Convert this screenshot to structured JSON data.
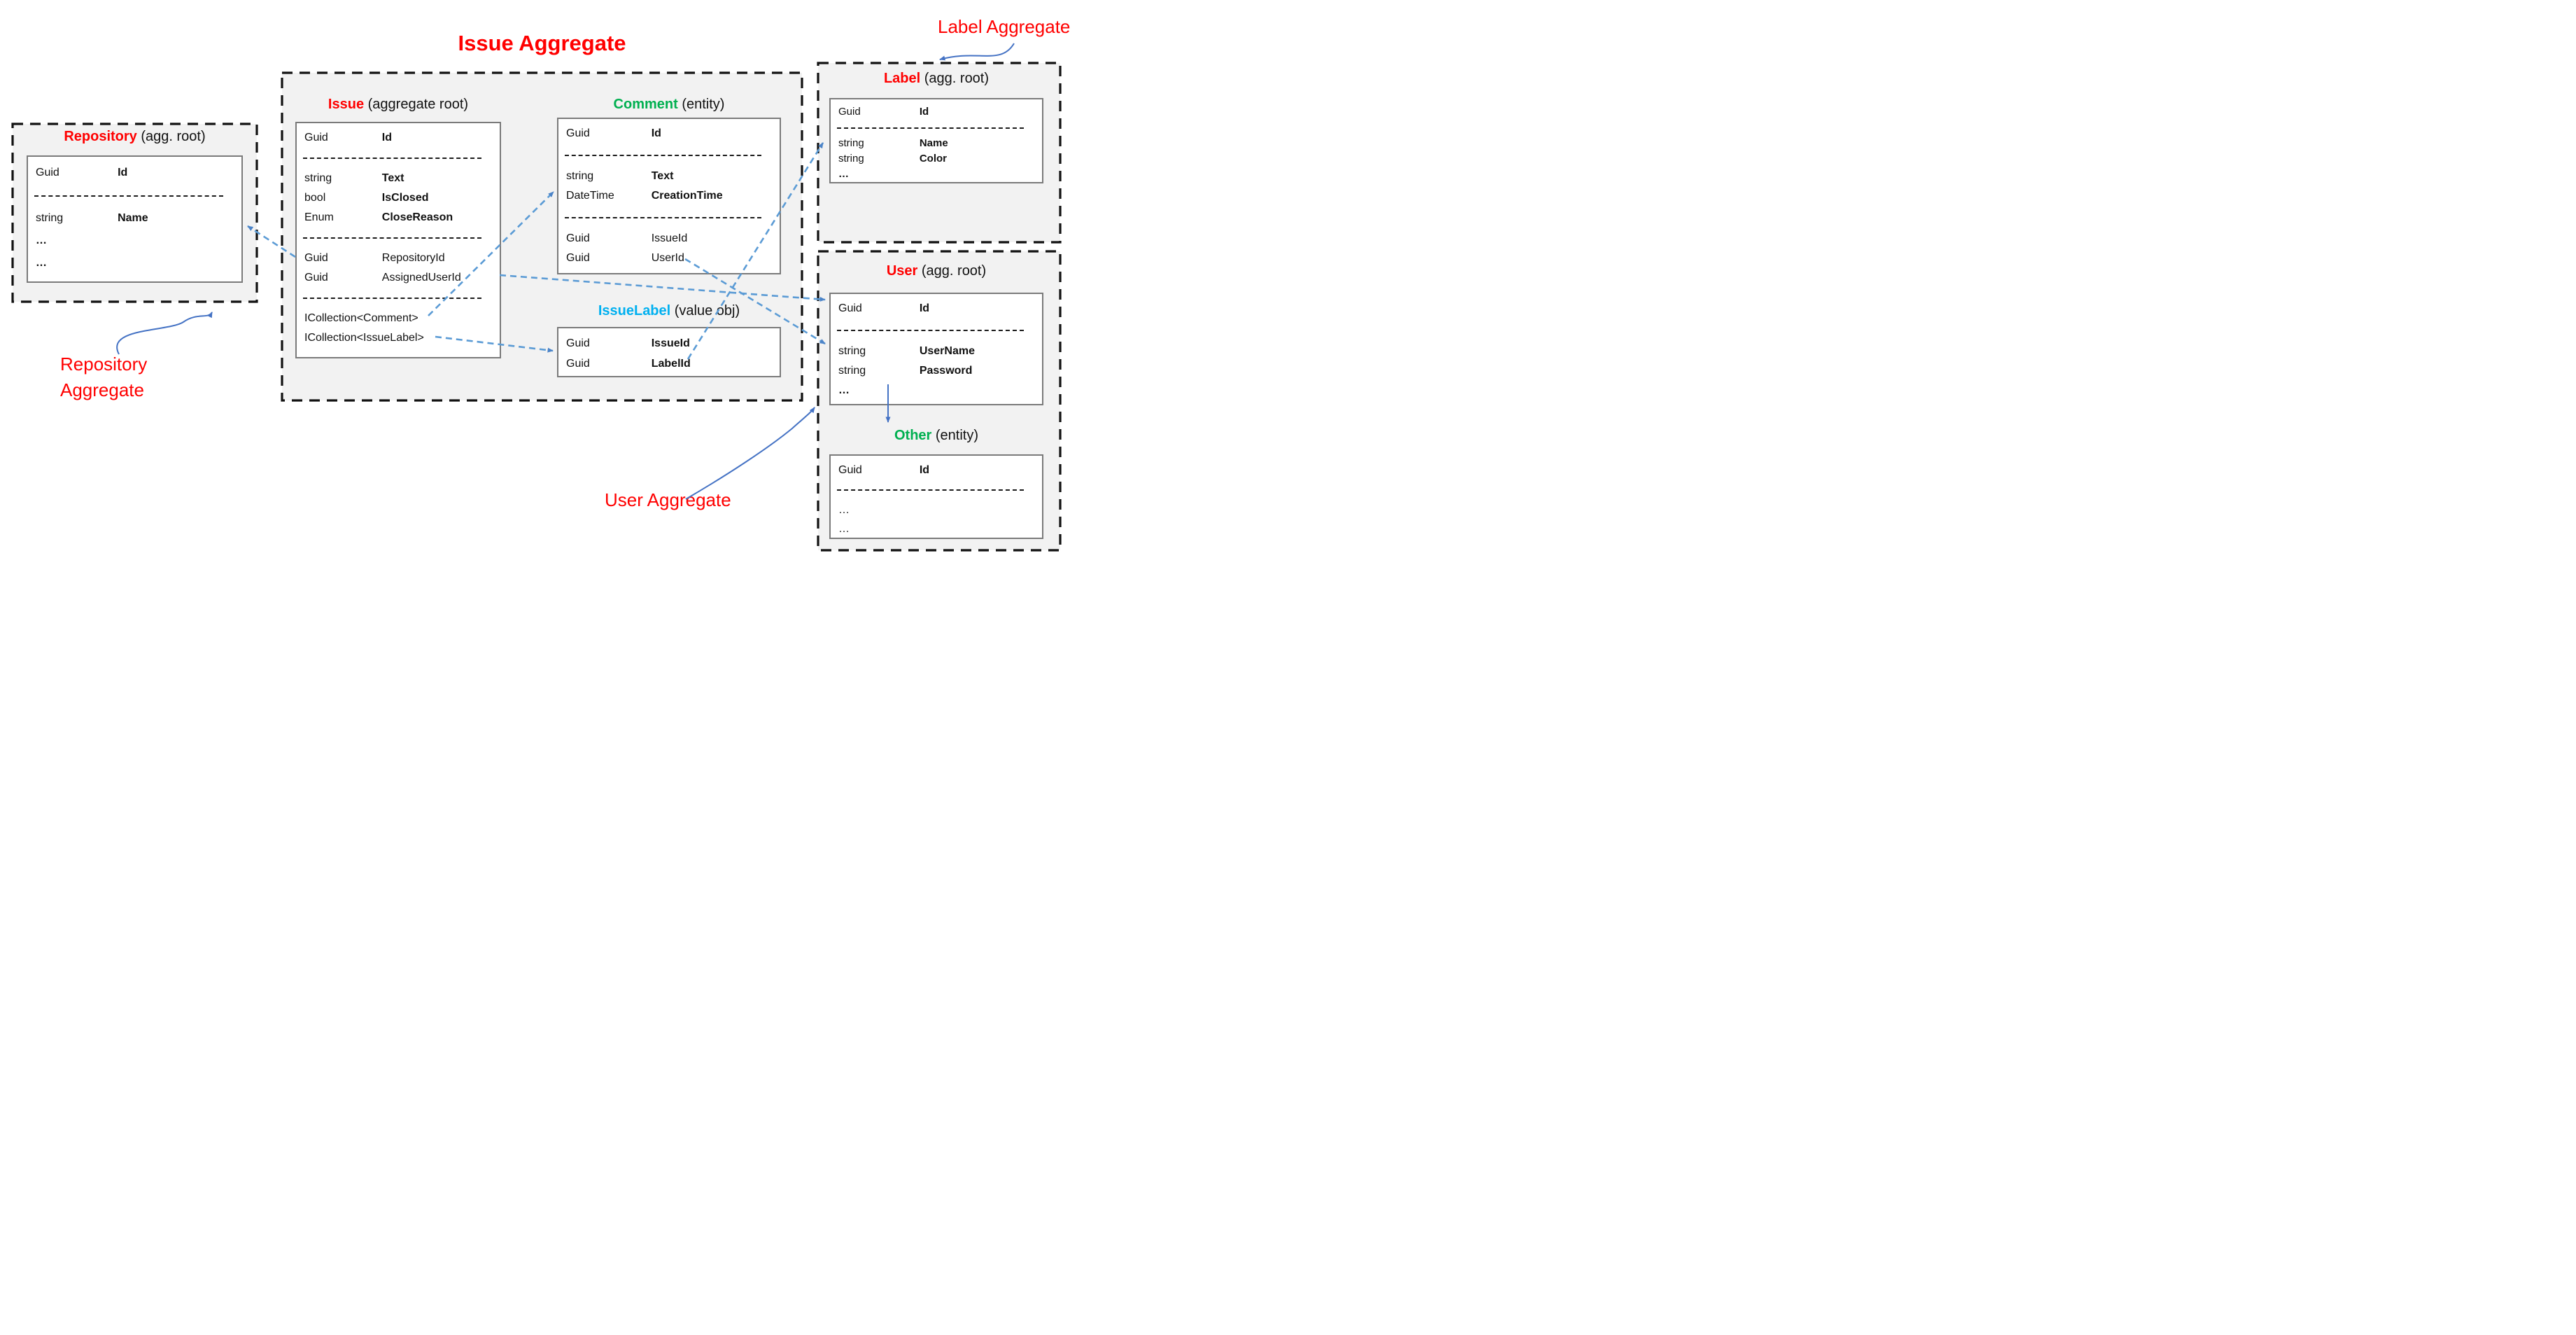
{
  "title": "Issue Aggregate",
  "colors": {
    "red": "#FF0000",
    "green": "#00B050",
    "cyan": "#00B0F0",
    "arrow_dashed": "#5B9BD5",
    "arrow_solid": "#4472C4",
    "box_fill": "#F2F2F2",
    "box_border": "#111111",
    "table_border": "#7A7A7A"
  },
  "annotations": {
    "repository_aggregate": "Repository\nAggregate",
    "label_aggregate": "Label Aggregate",
    "user_aggregate": "User Aggregate"
  },
  "entities": {
    "issue": {
      "name": "Issue",
      "qualifier": "(aggregate root)",
      "name_color": "#FF0000",
      "rows": [
        {
          "type": "Guid",
          "field": "Id",
          "bold": true
        },
        {
          "divider": true
        },
        {
          "type": "string",
          "field": "Text",
          "bold": true
        },
        {
          "type": "bool",
          "field": "IsClosed",
          "bold": true
        },
        {
          "type": "Enum",
          "field": "CloseReason",
          "bold": true
        },
        {
          "divider": true
        },
        {
          "type": "Guid",
          "field": "RepositoryId",
          "bold": false
        },
        {
          "type": "Guid",
          "field": "AssignedUserId",
          "bold": false
        },
        {
          "divider": true
        },
        {
          "type": "ICollection<Comment>",
          "field": "",
          "bold": false
        },
        {
          "type": "ICollection<IssueLabel>",
          "field": "",
          "bold": false
        }
      ]
    },
    "comment": {
      "name": "Comment",
      "qualifier": "(entity)",
      "name_color": "#00B050",
      "rows": [
        {
          "type": "Guid",
          "field": "Id",
          "bold": true
        },
        {
          "divider": true
        },
        {
          "type": "string",
          "field": "Text",
          "bold": true
        },
        {
          "type": "DateTime",
          "field": "CreationTime",
          "bold": true
        },
        {
          "divider": true
        },
        {
          "type": "Guid",
          "field": "IssueId",
          "bold": false
        },
        {
          "type": "Guid",
          "field": "UserId",
          "bold": false
        }
      ]
    },
    "issuelabel": {
      "name": "IssueLabel",
      "qualifier": "(value obj)",
      "name_color": "#00B0F0",
      "rows": [
        {
          "type": "Guid",
          "field": "IssueId",
          "bold": true
        },
        {
          "type": "Guid",
          "field": "LabelId",
          "bold": true
        }
      ]
    },
    "repository": {
      "name": "Repository",
      "qualifier": "(agg. root)",
      "name_color": "#FF0000",
      "rows": [
        {
          "type": "Guid",
          "field": "Id",
          "bold": true
        },
        {
          "divider": true
        },
        {
          "type": "string",
          "field": "Name",
          "bold": true
        },
        {
          "type": "…",
          "field": "",
          "type_bold": true
        },
        {
          "type": "…",
          "field": "",
          "type_bold": true
        }
      ]
    },
    "label": {
      "name": "Label",
      "qualifier": "(agg. root)",
      "name_color": "#FF0000",
      "rows": [
        {
          "type": "Guid",
          "field": "Id",
          "bold": true
        },
        {
          "divider": true
        },
        {
          "type": "string",
          "field": "Name",
          "bold": true
        },
        {
          "type": "string",
          "field": "Color",
          "bold": true
        },
        {
          "type": "…",
          "field": "",
          "type_bold": true
        }
      ]
    },
    "user": {
      "name": "User",
      "qualifier": "(agg. root)",
      "name_color": "#FF0000",
      "rows": [
        {
          "type": "Guid",
          "field": "Id",
          "bold": true
        },
        {
          "divider": true
        },
        {
          "type": "string",
          "field": "UserName",
          "bold": true
        },
        {
          "type": "string",
          "field": "Password",
          "bold": true
        },
        {
          "type": "…",
          "field": "",
          "type_bold": true
        }
      ]
    },
    "other": {
      "name": "Other",
      "qualifier": "(entity)",
      "name_color": "#00B050",
      "rows": [
        {
          "type": "Guid",
          "field": "Id",
          "bold": true
        },
        {
          "divider": true
        },
        {
          "type": "…",
          "field": "",
          "type_bold": false
        },
        {
          "type": "…",
          "field": "",
          "type_bold": false
        }
      ]
    }
  }
}
